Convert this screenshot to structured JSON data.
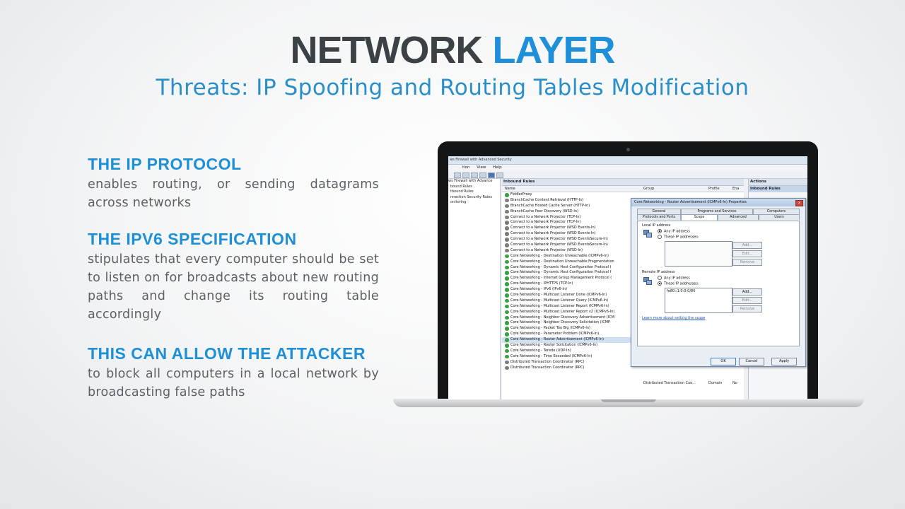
{
  "slide": {
    "title_main": "NETWORK",
    "title_accent": "LAYER",
    "subtitle": "Threats: IP Spoofing and Routing Tables Modification",
    "sections": [
      {
        "heading": "THE IP PROTOCOL",
        "body": "enables routing, or sending datagrams across networks"
      },
      {
        "heading": "THE IPV6 SPECIFICATION",
        "body": "stipulates that every computer should be set to listen on for broadcasts about new routing paths and change its routing table accordingly"
      },
      {
        "heading": "THIS CAN ALLOW THE ATTACKER",
        "body": "to block all computers in a local network by broadcasting false paths"
      }
    ]
  },
  "window": {
    "title": "ws Firewall with Advanced Security",
    "menu": [
      "tion",
      "View",
      "Help"
    ],
    "tree": [
      "ws Firewall with Advance",
      "bound Rules",
      "tbound Rules",
      "nnection Security Rules",
      "onitoring"
    ],
    "center_header": "Inbound Rules",
    "columns": {
      "name": "Name",
      "group": "Group",
      "profile": "Profile",
      "enabled": "Ena"
    },
    "rules": [
      {
        "name": "FiddlerProxy",
        "enabled": true
      },
      {
        "name": "BranchCache Content Retrieval (HTTP-In)",
        "enabled": false
      },
      {
        "name": "BranchCache Hosted Cache Server (HTTP-In)",
        "enabled": false
      },
      {
        "name": "BranchCache Peer Discovery (WSD-In)",
        "enabled": false
      },
      {
        "name": "Connect to a Network Projector (TCP-In)",
        "enabled": false
      },
      {
        "name": "Connect to a Network Projector (TCP-In)",
        "enabled": false
      },
      {
        "name": "Connect to a Network Projector (WSD Events-In)",
        "enabled": false
      },
      {
        "name": "Connect to a Network Projector (WSD Events-In)",
        "enabled": false
      },
      {
        "name": "Connect to a Network Projector (WSD EventsSecure-In)",
        "enabled": false
      },
      {
        "name": "Connect to a Network Projector (WSD EventsSecure-In)",
        "enabled": false
      },
      {
        "name": "Connect to a Network Projector (WSD-In)",
        "enabled": false
      },
      {
        "name": "Core Networking - Destination Unreachable (ICMPv6-In)",
        "enabled": true
      },
      {
        "name": "Core Networking - Destination Unreachable Fragmentation",
        "enabled": true
      },
      {
        "name": "Core Networking - Dynamic Host Configuration Protocol (",
        "enabled": true
      },
      {
        "name": "Core Networking - Dynamic Host Configuration Protocol f",
        "enabled": true
      },
      {
        "name": "Core Networking - Internet Group Management Protocol (",
        "enabled": true
      },
      {
        "name": "Core Networking - IPHTTPS (TCP-In)",
        "enabled": true
      },
      {
        "name": "Core Networking - IPv6 (IPv6-In)",
        "enabled": true
      },
      {
        "name": "Core Networking - Multicast Listener Done (ICMPv6-In)",
        "enabled": true
      },
      {
        "name": "Core Networking - Multicast Listener Query (ICMPv6-In)",
        "enabled": true
      },
      {
        "name": "Core Networking - Multicast Listener Report (ICMPv6-In)",
        "enabled": true
      },
      {
        "name": "Core Networking - Multicast Listener Report v2 (ICMPv6-In)",
        "enabled": true
      },
      {
        "name": "Core Networking - Neighbor Discovery Advertisement (ICM",
        "enabled": true
      },
      {
        "name": "Core Networking - Neighbor Discovery Solicitation (ICMP",
        "enabled": true
      },
      {
        "name": "Core Networking - Packet Too Big (ICMPv6-In)",
        "enabled": true
      },
      {
        "name": "Core Networking - Parameter Problem (ICMPv6-In)",
        "enabled": true
      },
      {
        "name": "Core Networking - Router Advertisement (ICMPv6-In)",
        "enabled": true,
        "selected": true
      },
      {
        "name": "Core Networking - Router Solicitation (ICMPv6-In)",
        "enabled": true
      },
      {
        "name": "Core Networking - Teredo (UDP-In)",
        "enabled": true
      },
      {
        "name": "Core Networking - Time Exceeded (ICMPv6-In)",
        "enabled": true
      },
      {
        "name": "Distributed Transaction Coordinator (RPC)",
        "enabled": false
      },
      {
        "name": "Distributed Transaction Coordinator (RPC)",
        "enabled": false
      }
    ],
    "last_row_extra": {
      "group": "Distributed Transaction Coo...",
      "profile": "Domain",
      "enabled": "No"
    },
    "actions_header": "Actions",
    "actions_sub": "Inbound Rules"
  },
  "dialog": {
    "title": "Core Networking - Router Advertisement (ICMPv6-In) Properties",
    "close": "x",
    "tabs_row1": [
      "General",
      "Programs and Services",
      "Computers"
    ],
    "tabs_row2": [
      "Protocols and Ports",
      "Scope",
      "Advanced",
      "Users"
    ],
    "local_label": "Local IP address",
    "local_any": "Any IP address",
    "local_these": "These IP addresses:",
    "remote_label": "Remote IP address",
    "remote_any": "Any IP address",
    "remote_these": "These IP addresses:",
    "remote_entry": "fe80::1:0:0:0/80",
    "btn_add": "Add...",
    "btn_edit": "Edit...",
    "btn_remove": "Remove",
    "link": "Learn more about setting the scope",
    "ok": "OK",
    "cancel": "Cancel",
    "apply": "Apply"
  }
}
